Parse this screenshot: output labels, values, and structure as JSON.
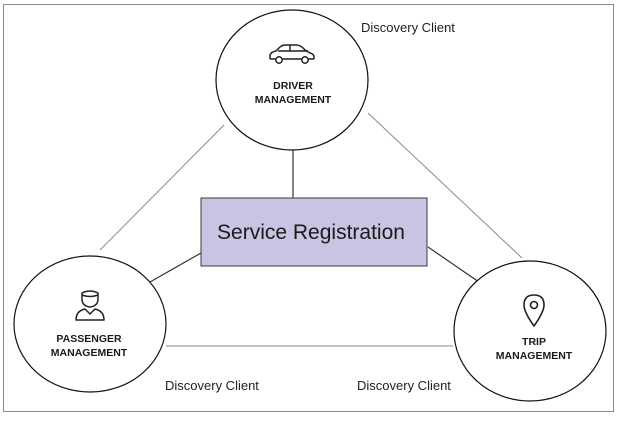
{
  "colors": {
    "registry_fill": "#cac3e2",
    "registry_stroke": "#3a3a3a",
    "node_stroke": "#111111",
    "line": "#555555",
    "line_light": "#8a8a8a"
  },
  "registry": {
    "label": "Service Registration"
  },
  "nodes": {
    "driver": {
      "line1": "DRIVER",
      "line2": "MANAGEMENT",
      "icon": "car-icon"
    },
    "passenger": {
      "line1": "PASSENGER",
      "line2": "MANAGEMENT",
      "icon": "person-icon"
    },
    "trip": {
      "line1": "TRIP",
      "line2": "MANAGEMENT",
      "icon": "location-pin-icon"
    }
  },
  "clients": {
    "driver": "Discovery Client",
    "passenger": "Discovery Client",
    "trip": "Discovery Client"
  }
}
